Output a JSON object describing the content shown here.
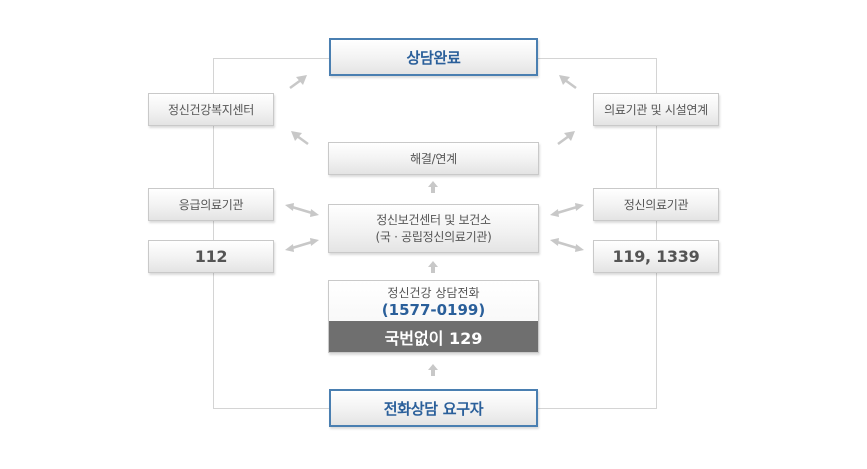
{
  "nodes": {
    "consult_complete": "상담완료",
    "mental_health_welfare_center": "정신건강복지센터",
    "medical_facility_link": "의료기관 및 시설연계",
    "resolution_link": "해결/연계",
    "emergency_medical": "응급의료기관",
    "psychiatric_medical": "정신의료기관",
    "police": "112",
    "fire_emergency": "119, 1339",
    "health_center_line1": "정신보건센터 및 보건소",
    "health_center_line2": "(국 · 공립정신의료기관)",
    "hotline_label": "정신건강 상담전화",
    "hotline_number": "(1577-0199)",
    "hotline_toll_free": "국번없이 129",
    "caller": "전화상담 요구자"
  },
  "colors": {
    "accent_blue": "#2a5f9a",
    "border_blue": "#4a7fb1",
    "dark_band": "#6f6f6f",
    "connector_gray": "#d4d4d4",
    "arrow_gray": "#c8c8c8"
  }
}
